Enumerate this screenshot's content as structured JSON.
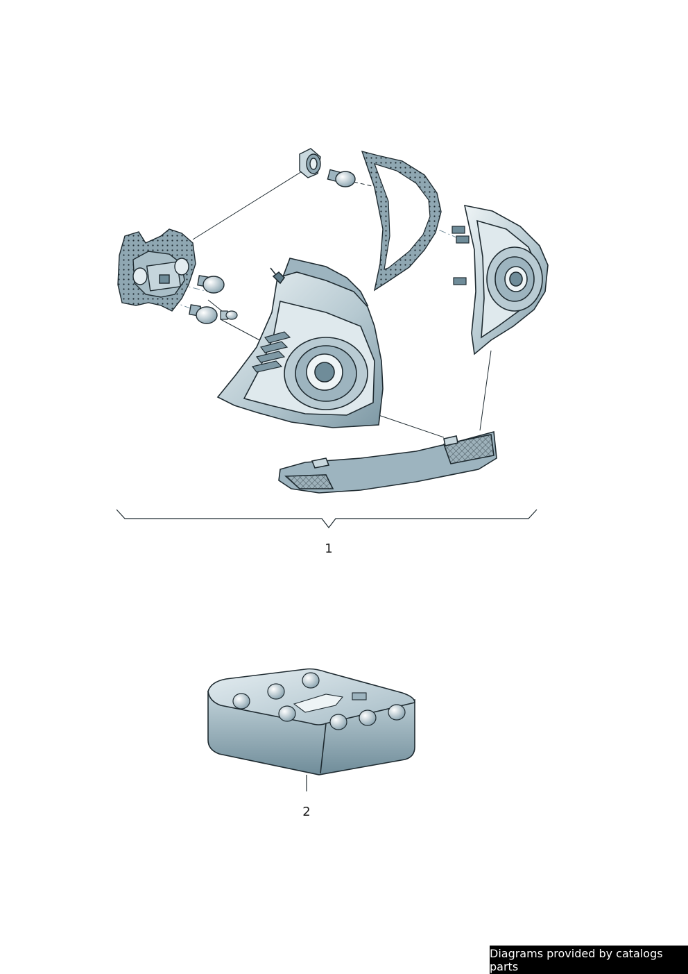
{
  "callouts": [
    {
      "number": "1"
    },
    {
      "number": "2"
    }
  ],
  "footer": {
    "credit": "Diagrams provided by catalogs parts"
  },
  "colors": {
    "part_fill_dark": "#6f8c99",
    "part_fill_mid": "#9db4bf",
    "part_fill_light": "#d3e0e6",
    "part_fill_highlight": "#eef4f6",
    "outline": "#1e2a30",
    "footer_background": "#000000",
    "footer_text": "#ffffff"
  }
}
